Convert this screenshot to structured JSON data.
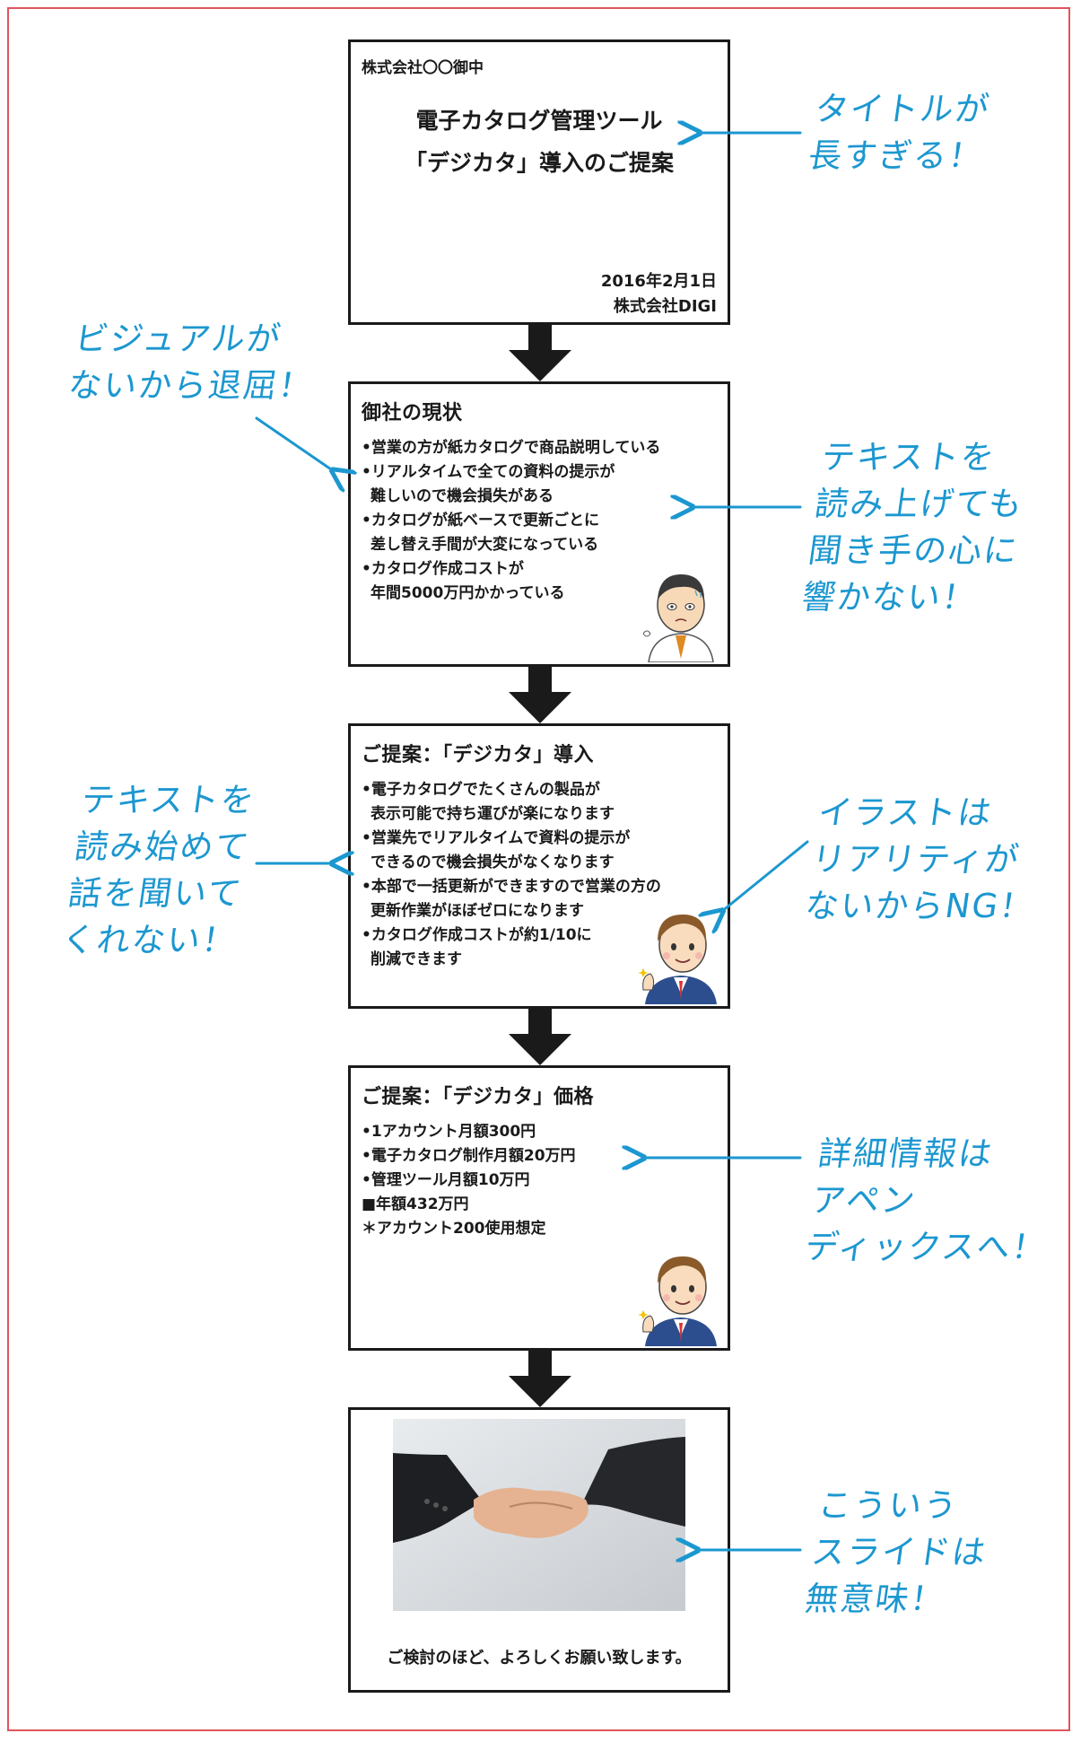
{
  "slides": {
    "title": {
      "addressee": "株式会社〇〇御中",
      "title_line1": "電子カタログ管理ツール",
      "title_line2": "「デジカタ」導入のご提案",
      "date": "2016年2月1日",
      "company": "株式会社DIGI"
    },
    "current": {
      "heading": "御社の現状",
      "lines": [
        "•営業の方が紙カタログで商品説明している",
        "•リアルタイムで全ての資料の提示が",
        "難しいので機会損失がある",
        "•カタログが紙ベースで更新ごとに",
        "差し替え手間が大変になっている",
        "•カタログ作成コストが",
        "年間5000万円かかっている"
      ]
    },
    "proposal": {
      "heading": "ご提案：「デジカタ」導入",
      "lines": [
        "•電子カタログでたくさんの製品が",
        "表示可能で持ち運びが楽になります",
        "•営業先でリアルタイムで資料の提示が",
        "できるので機会損失がなくなります",
        "•本部で一括更新ができますので営業の方の",
        "更新作業がほぼゼロになります",
        "•カタログ作成コストが約1/10に",
        "削減できます"
      ]
    },
    "price": {
      "heading": "ご提案：「デジカタ」価格",
      "lines": [
        "•1アカウント月額300円",
        "•電子カタログ制作月額20万円",
        "•管理ツール月額10万円",
        "■年額432万円",
        "＊アカウント200使用想定"
      ]
    },
    "closing": {
      "message": "ご検討のほど、よろしくお願い致します。"
    }
  },
  "notes": {
    "title_too_long": [
      "タイトルが",
      "長すぎる！"
    ],
    "no_visual": [
      "ビジュアルが",
      "ないから退屈！"
    ],
    "text_read": [
      "テキストを",
      "読み上げても",
      "聞き手の心に",
      "響かない！"
    ],
    "reading_text": [
      "テキストを",
      "読み始めて",
      "話を聞いて",
      "くれない！"
    ],
    "illustration_ng": [
      "イラストは",
      "リアリティが",
      "ないからNG！"
    ],
    "appendix": [
      "詳細情報は",
      "アペン",
      "ディックスへ！"
    ],
    "meaningless": [
      "こういう",
      "スライドは",
      "無意味！"
    ]
  },
  "colors": {
    "accent": "#1c97d0",
    "frame": "#e0555d",
    "ink": "#1a1a1a"
  }
}
